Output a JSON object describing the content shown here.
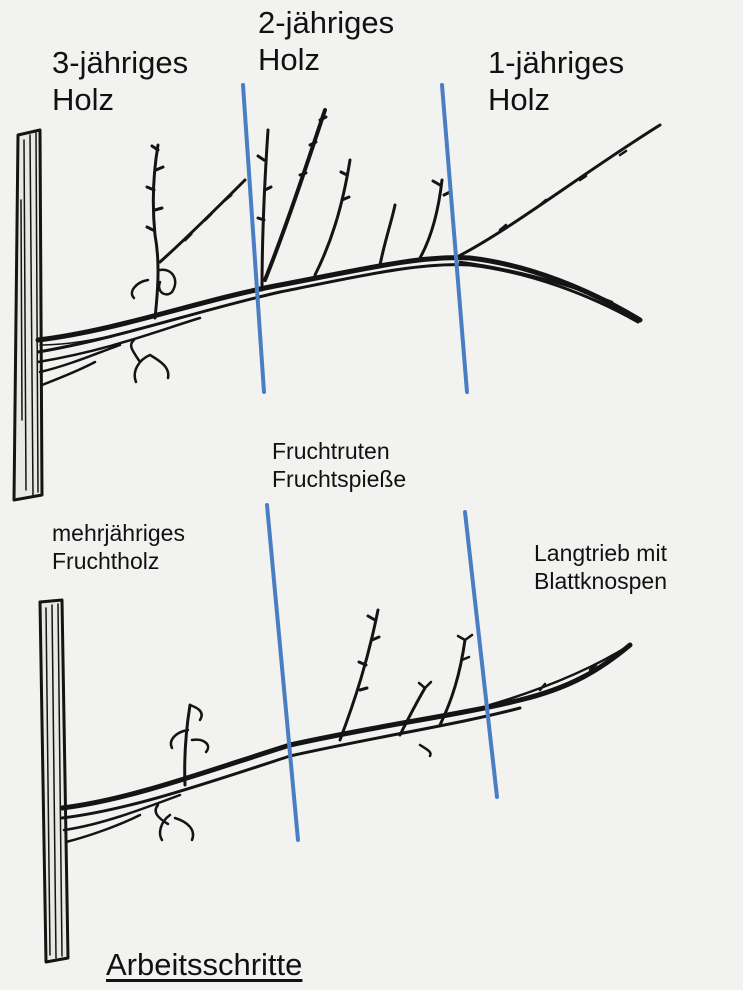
{
  "top_diagram": {
    "labels": {
      "wood_3yr": [
        "3-jähriges",
        "Holz"
      ],
      "wood_2yr": [
        "2-jähriges",
        "Holz"
      ],
      "wood_1yr": [
        "1-jähriges",
        "Holz"
      ]
    }
  },
  "bottom_diagram": {
    "labels": {
      "perennial": [
        "mehrjähriges",
        "Fruchtholz"
      ],
      "fruit_rods": [
        "Fruchtruten",
        "Fruchtspieße"
      ],
      "long_shoot": [
        "Langtrieb mit",
        "Blattknospen"
      ]
    }
  },
  "footer": {
    "title": "Arbeitsschritte"
  },
  "colors": {
    "background": "#f2f2f0",
    "ink": "#141414",
    "divider": "#4a7ec4"
  }
}
